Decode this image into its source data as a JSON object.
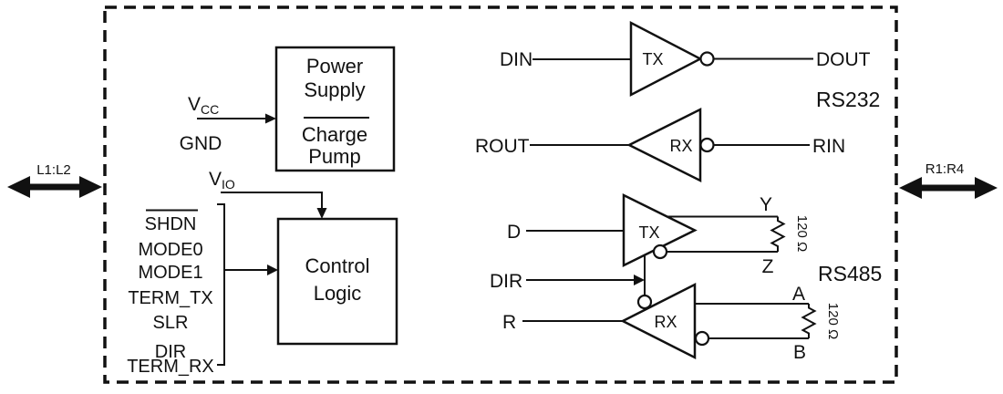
{
  "ports": {
    "left": "L1:L2",
    "right": "R1:R4"
  },
  "power_block": {
    "line1": "Power",
    "line2": "Supply",
    "line3": "Charge",
    "line4": "Pump"
  },
  "supplies": {
    "vcc_base": "V",
    "vcc_sub": "CC",
    "gnd": "GND",
    "vio_base": "V",
    "vio_sub": "IO"
  },
  "control_block": {
    "line1": "Control",
    "line2": "Logic",
    "inputs": [
      "SHDN",
      "MODE0",
      "MODE1",
      "TERM_TX",
      "SLR",
      "DIR",
      "TERM_RX"
    ]
  },
  "rs232": {
    "section_label": "RS232",
    "tx_gate": "TX",
    "rx_gate": "RX",
    "din": "DIN",
    "dout": "DOUT",
    "rout": "ROUT",
    "rin": "RIN"
  },
  "rs485": {
    "section_label": "RS485",
    "tx_gate": "TX",
    "rx_gate": "RX",
    "d": "D",
    "dir": "DIR",
    "r": "R",
    "y": "Y",
    "z": "Z",
    "a": "A",
    "b": "B",
    "term_tx_resistor": "120 Ω",
    "term_rx_resistor": "120 Ω"
  },
  "colors": {
    "ink": "#111111",
    "background": "#ffffff"
  }
}
